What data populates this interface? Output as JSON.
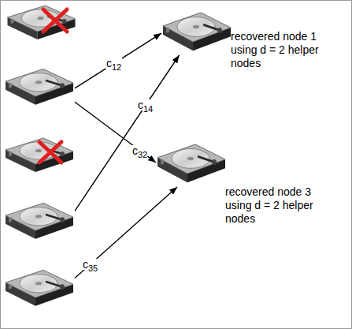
{
  "diagram": {
    "nodes": [
      {
        "text": []
      },
      {
        "text": []
      },
      {
        "text": []
      },
      {
        "text": [
          "recovered node 1 using d = 2 helper nodes"
        ]
      },
      {
        "text": [
          "recovered node 3 using d = 2 helper nodes"
        ]
      }
    ],
    "edges": [
      {
        "from": 0,
        "to": 3,
        "arrow": "to",
        "label": "c12"
      },
      {
        "from": 1,
        "to": 3,
        "arrow": "to",
        "label": "c14"
      },
      {
        "from": 0,
        "to": 4,
        "arrow": "to",
        "label": "c32"
      },
      {
        "from": 2,
        "to": 4,
        "arrow": "to",
        "label": "c35"
      }
    ]
  }
}
